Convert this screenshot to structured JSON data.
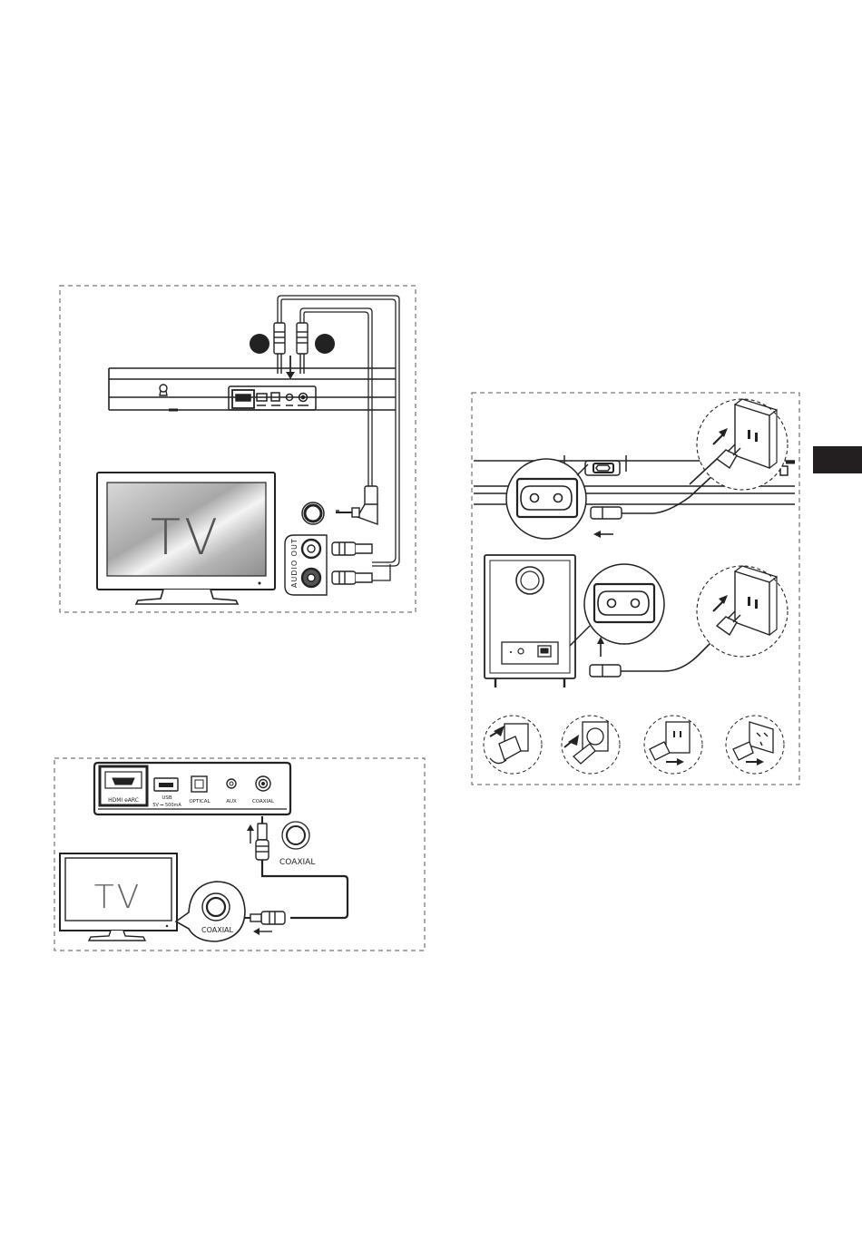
{
  "diagram_aux": {
    "tv_label": "TV",
    "audio_out_label": "AUDIO OUT"
  },
  "diagram_coaxial": {
    "tv_label": "TV",
    "ports": [
      "HDMI eARC",
      "USB",
      "OPTICAL",
      "AUX",
      "COAXIAL"
    ],
    "usb_rating": "5V ⎓ 500mA",
    "cable_label_top": "COAXIAL",
    "cable_label_tv": "COAXIAL"
  },
  "colors": {
    "line": "#222222",
    "side_tab": "#231f20",
    "dash_border": "#555555",
    "screen_gradient_light": "#e6e6e6",
    "screen_gradient_dark": "#8e8e8e"
  },
  "icons": [
    "cable-arrow-icon",
    "wall-outlet-icon",
    "power-plug-icon",
    "figure8-socket-icon",
    "keyhole-icon"
  ]
}
